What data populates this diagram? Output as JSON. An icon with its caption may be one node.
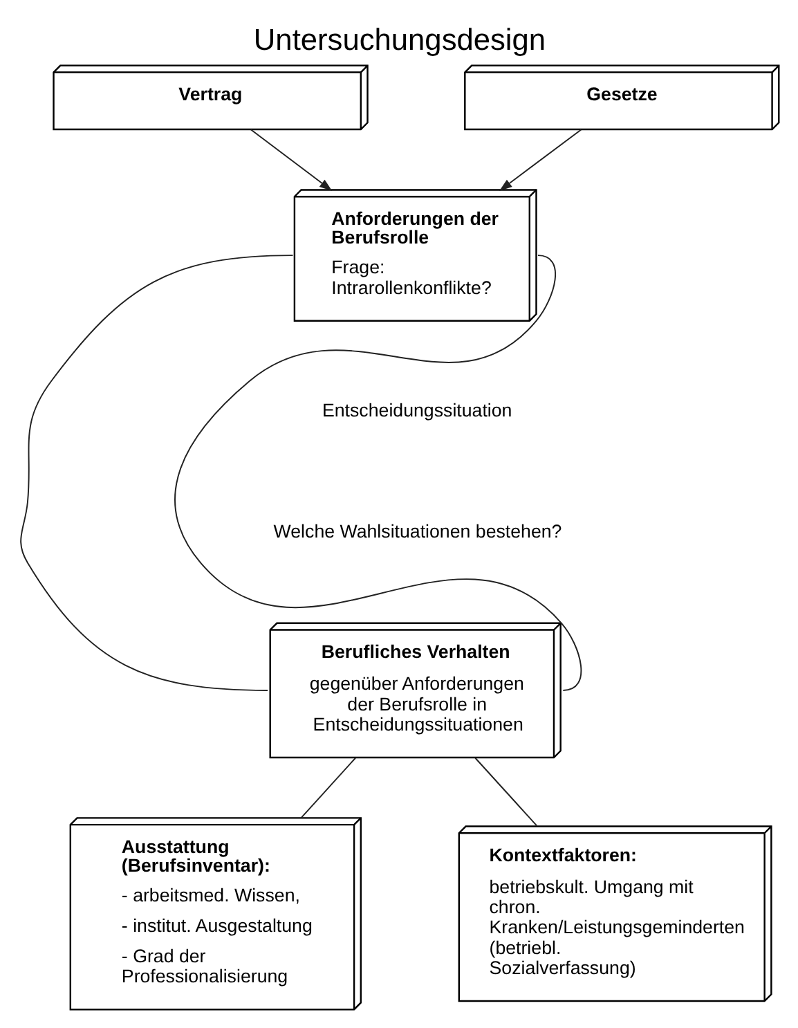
{
  "diagram": {
    "title": "Untersuchungsdesign",
    "nodes": [
      {
        "text": [
          "Vertrag"
        ]
      },
      {
        "text": [
          "Gesetze"
        ]
      },
      {
        "text": [
          "Anforderungen der Berufsrolle",
          "Frage: Intrarollenkonflikte?"
        ]
      },
      {
        "text": [
          "Berufliches Verhalten",
          "gegenüber Anforderungen der Berufsrolle in Entscheidungssituationen"
        ]
      },
      {
        "text": [
          "Ausstattung (Berufsinventar):",
          "- arbeitsmed. Wissen,",
          "- institut. Ausgestaltung",
          "- Grad der Professionalisierung"
        ]
      },
      {
        "text": [
          "Kontextfaktoren:",
          "betriebskult. Umgang mit chron. Kranken/Leistungsgeminderten (betriebl. Sozialverfassung)"
        ]
      }
    ],
    "edges": [
      {
        "from": 0,
        "to": 2,
        "arrow": "to"
      },
      {
        "from": 1,
        "to": 2,
        "arrow": "to"
      },
      {
        "from": 2,
        "to": 3,
        "arrow": "none"
      },
      {
        "from": 2,
        "to": 3,
        "arrow": "none"
      },
      {
        "from": 3,
        "to": 4,
        "arrow": "none"
      },
      {
        "from": 3,
        "to": 5,
        "arrow": "none"
      }
    ],
    "labels": [
      "Entscheidungssituation",
      "Welche Wahlsituationen bestehen?"
    ]
  }
}
